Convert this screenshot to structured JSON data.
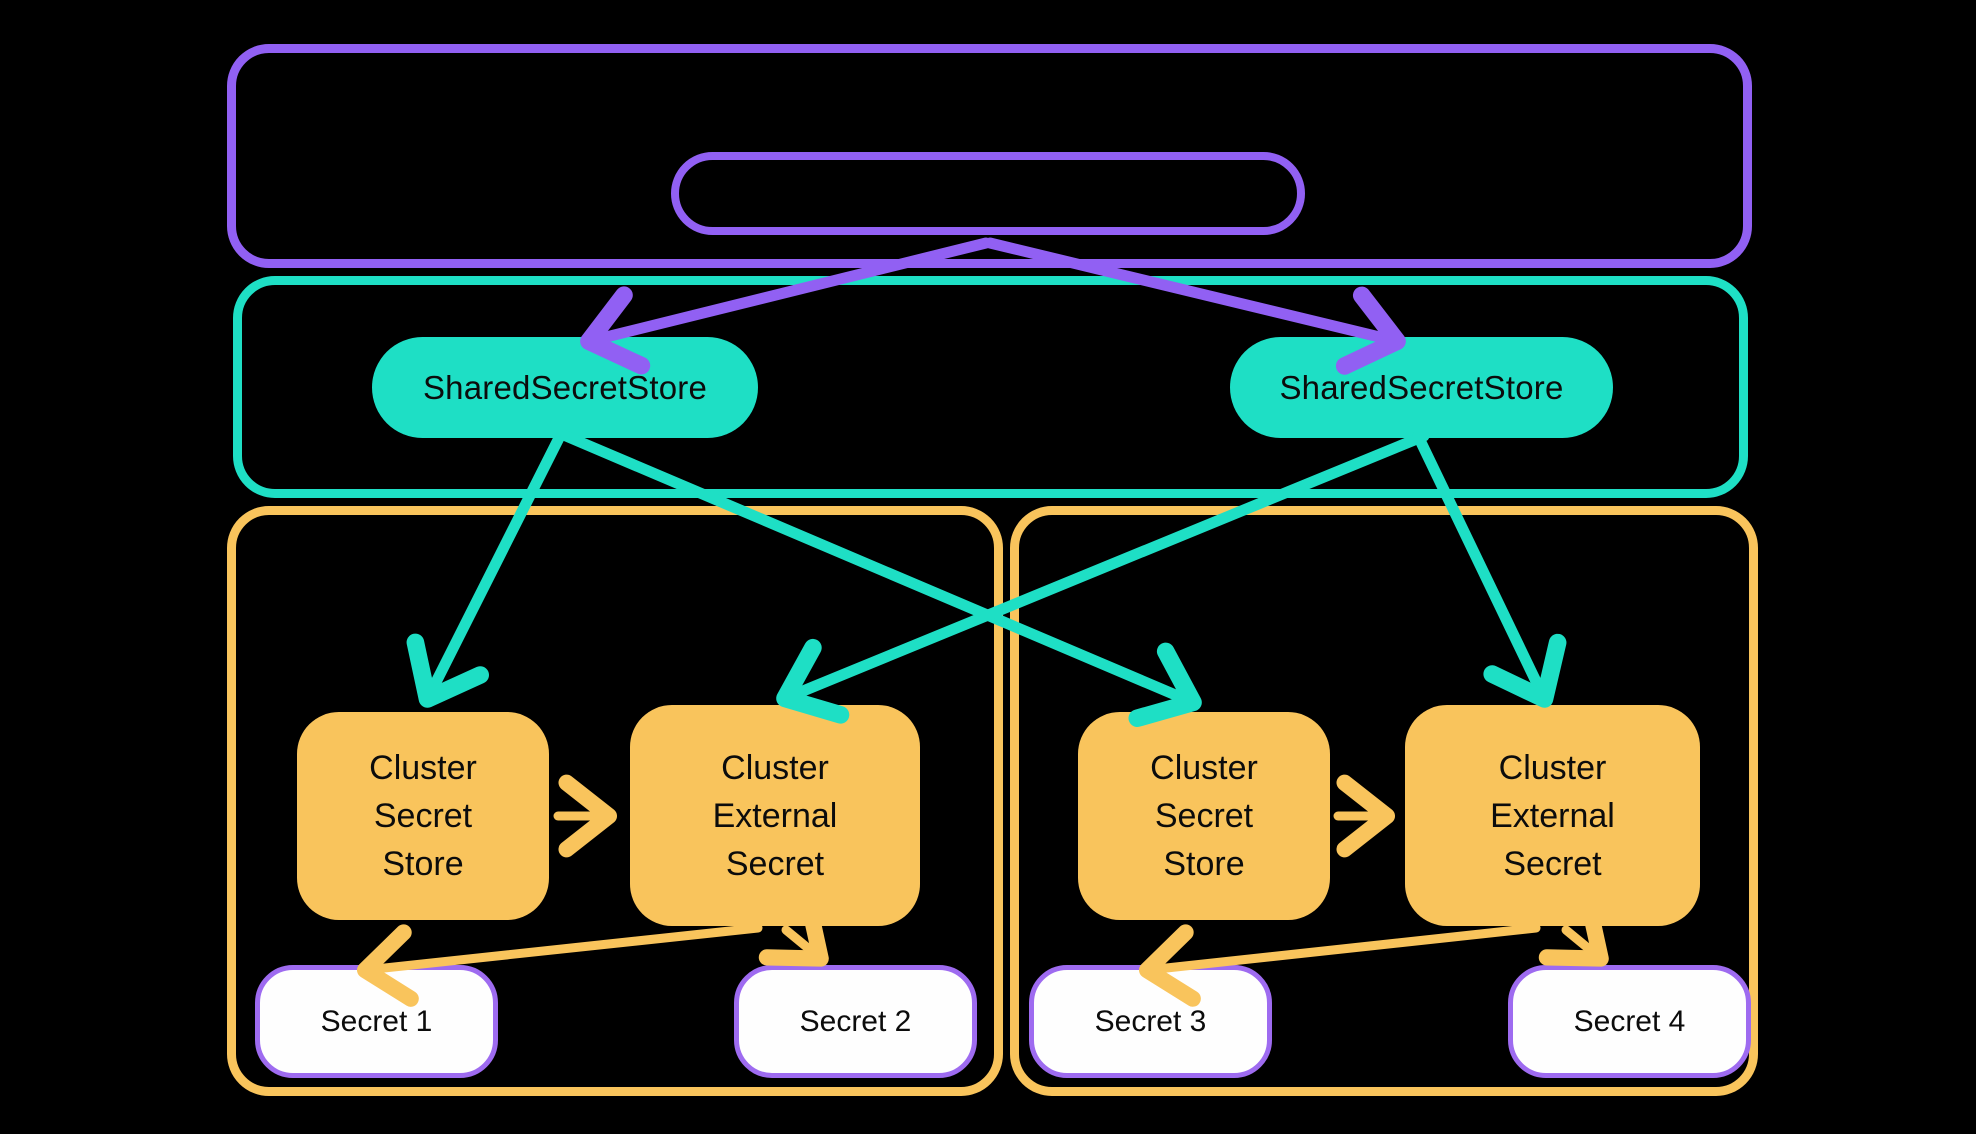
{
  "colors": {
    "background": "#000000",
    "purple": "#9160F3",
    "teal": "#1EDFC5",
    "yellow": "#F9C45C",
    "secret_fill": "#FEFEFE",
    "secret_border": "#9E6BF0",
    "text": "#0C0C0C"
  },
  "nodes": {
    "shared_secret_store_left": "SharedSecretStore",
    "shared_secret_store_right": "SharedSecretStore",
    "cluster_secret_store_left": [
      "Cluster",
      "Secret",
      "Store"
    ],
    "cluster_external_secret_left": [
      "Cluster",
      "External",
      "Secret"
    ],
    "cluster_secret_store_right": [
      "Cluster",
      "Secret",
      "Store"
    ],
    "cluster_external_secret_right": [
      "Cluster",
      "External",
      "Secret"
    ],
    "secret_1": "Secret 1",
    "secret_2": "Secret 2",
    "secret_3": "Secret 3",
    "secret_4": "Secret 4"
  },
  "edges": [
    {
      "from": "source-pill",
      "to": "shared-secret-store-left",
      "color": "purple"
    },
    {
      "from": "source-pill",
      "to": "shared-secret-store-right",
      "color": "purple"
    },
    {
      "from": "shared-secret-store-left",
      "to": "cluster-secret-store-left",
      "color": "teal"
    },
    {
      "from": "shared-secret-store-left",
      "to": "cluster-secret-store-right",
      "color": "teal"
    },
    {
      "from": "shared-secret-store-right",
      "to": "cluster-external-secret-left",
      "color": "teal"
    },
    {
      "from": "shared-secret-store-right",
      "to": "cluster-external-secret-right",
      "color": "teal"
    },
    {
      "from": "cluster-secret-store-left",
      "to": "cluster-external-secret-left",
      "color": "yellow"
    },
    {
      "from": "cluster-secret-store-right",
      "to": "cluster-external-secret-right",
      "color": "yellow"
    },
    {
      "from": "cluster-external-secret-left",
      "to": "secret-1",
      "color": "yellow"
    },
    {
      "from": "cluster-external-secret-left",
      "to": "secret-2",
      "color": "yellow"
    },
    {
      "from": "cluster-external-secret-right",
      "to": "secret-3",
      "color": "yellow"
    },
    {
      "from": "cluster-external-secret-right",
      "to": "secret-4",
      "color": "yellow"
    }
  ]
}
